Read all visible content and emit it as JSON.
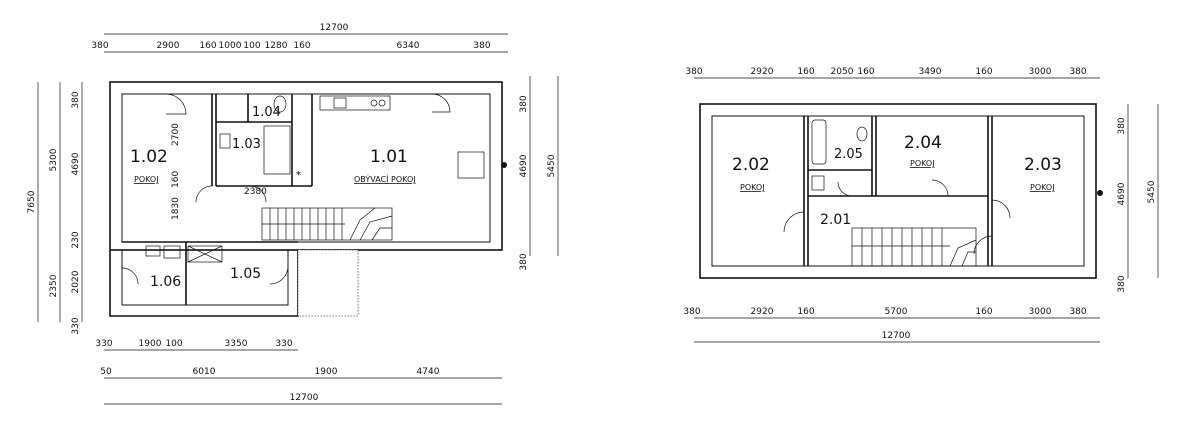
{
  "ground_floor": {
    "rooms": [
      {
        "num": "1.01",
        "name": "OBÝVACÍ POKOJ"
      },
      {
        "num": "1.02",
        "name": "POKOJ"
      },
      {
        "num": "1.03",
        "name": ""
      },
      {
        "num": "1.04",
        "name": ""
      },
      {
        "num": "1.05",
        "name": ""
      },
      {
        "num": "1.06",
        "name": ""
      }
    ],
    "top_total": "12700",
    "top_dims": [
      "380",
      "2900",
      "160",
      "1000",
      "100",
      "1280",
      "160",
      "6340",
      "380"
    ],
    "left_outer": "7650",
    "left_mid": [
      "5300",
      "2350"
    ],
    "left_inner": [
      "380",
      "4690",
      "230",
      "2020",
      "330"
    ],
    "right_dims": [
      "380",
      "4690",
      "380"
    ],
    "right_total": "5450",
    "inner_dims": [
      "2700",
      "160",
      "1830",
      "2380"
    ],
    "bottom_row1": [
      "330",
      "1900",
      "100",
      "3350",
      "330"
    ],
    "bottom_row2": [
      "50",
      "6010",
      "1900",
      "4740"
    ],
    "bottom_total": "12700"
  },
  "upper_floor": {
    "rooms": [
      {
        "num": "2.01",
        "name": ""
      },
      {
        "num": "2.02",
        "name": "POKOJ"
      },
      {
        "num": "2.03",
        "name": "POKOJ"
      },
      {
        "num": "2.04",
        "name": "POKOJ"
      },
      {
        "num": "2.05",
        "name": ""
      }
    ],
    "top_dims": [
      "380",
      "2920",
      "160",
      "2050",
      "160",
      "3490",
      "160",
      "3000",
      "380"
    ],
    "right_dims": [
      "380",
      "4690",
      "380"
    ],
    "right_total": "5450",
    "bottom_dims": [
      "380",
      "2920",
      "160",
      "5700",
      "160",
      "3000",
      "380"
    ],
    "bottom_total": "12700"
  }
}
